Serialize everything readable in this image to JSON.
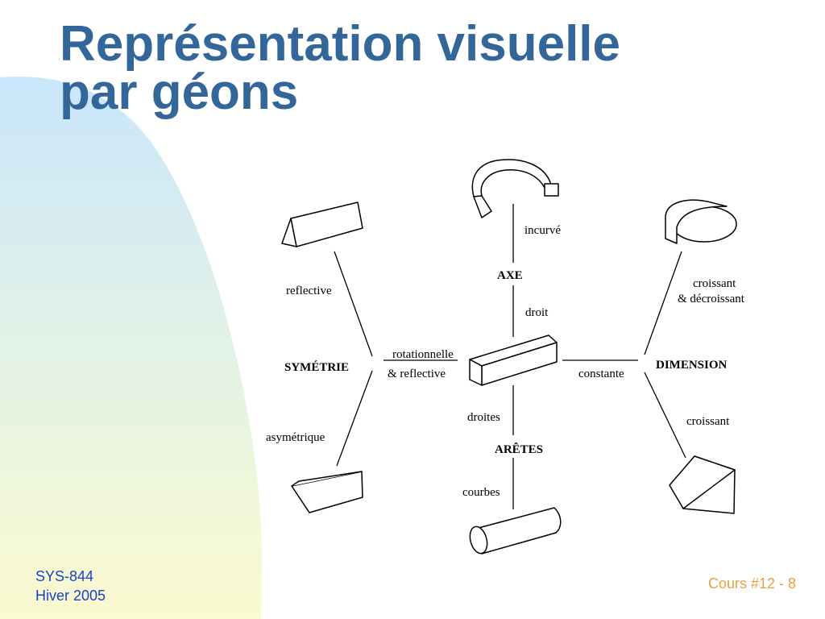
{
  "title": {
    "line1": "Représentation visuelle",
    "line2": "par géons"
  },
  "diagram": {
    "nodes": {
      "axe": "AXE",
      "symetrie": "SYMÉTRIE",
      "dimension": "DIMENSION",
      "aretes": "ARÊTES"
    },
    "labels": {
      "incurve": "incurvé",
      "droit": "droit",
      "reflective": "reflective",
      "asymetrique": "asymétrique",
      "rotationnelle": "rotationnelle",
      "and_reflective": "& reflective",
      "constante": "constante",
      "croissant_decroissant_1": "croissant",
      "croissant_decroissant_2": "& décroissant",
      "croissant": "croissant",
      "droites": "droites",
      "courbes": "courbes"
    }
  },
  "footer": {
    "course": "SYS-844",
    "term": "Hiver 2005",
    "page": "Cours #12 - 8"
  },
  "colors": {
    "title": "#336699",
    "footer_left": "#1a40c8",
    "footer_right": "#e8a040",
    "blob_top": "#cce8fb",
    "blob_bottom": "#fafad2"
  }
}
